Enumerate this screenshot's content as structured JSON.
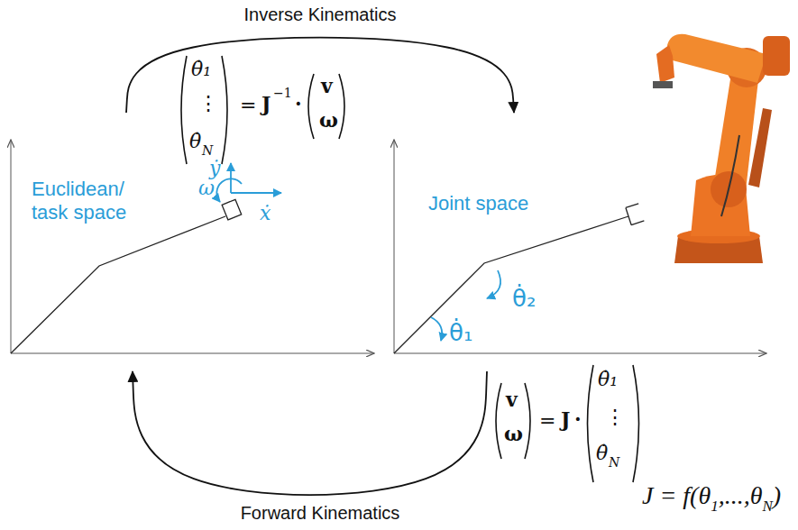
{
  "diagram": {
    "nodes": [
      {
        "text": [
          "Euclidean/ task space"
        ]
      },
      {
        "text": [
          "Joint space"
        ]
      }
    ],
    "edges": [
      {
        "from": 0,
        "to": 1,
        "arrow": "to",
        "label": "Inverse Kinematics"
      },
      {
        "from": 1,
        "to": 0,
        "arrow": "to",
        "label": "Forward Kinematics"
      }
    ],
    "labels": [
      "θ̇₁",
      "⋮",
      "θ̇",
      "N",
      "=",
      "J",
      "−1",
      "·",
      "v",
      "ω",
      "v",
      "ω",
      "=",
      "J",
      "·",
      "θ̇₁",
      "⋮",
      "θ̇",
      "N",
      "J = f(θ",
      "1",
      ",...,θ",
      "N",
      ")",
      "ẏ",
      "ω",
      "ẋ",
      "θ̇₂",
      "θ̇₁"
    ]
  }
}
